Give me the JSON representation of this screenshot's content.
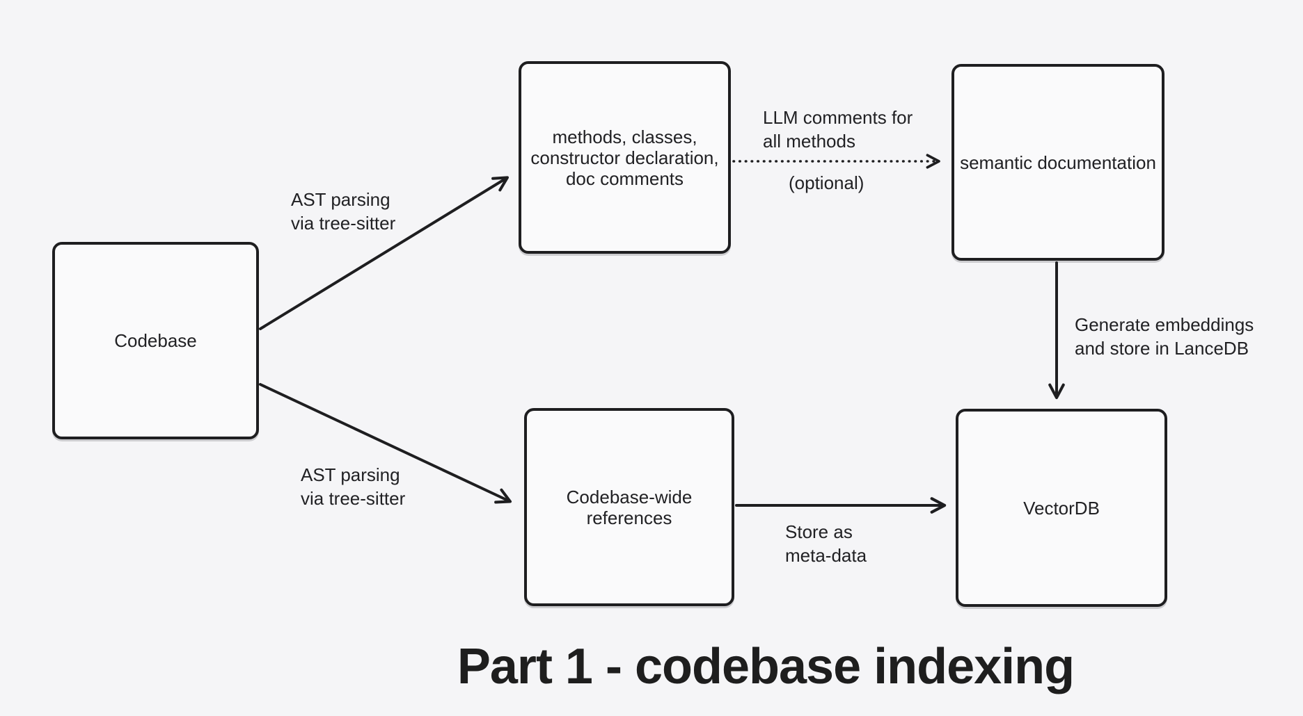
{
  "title": "Part 1 - codebase indexing",
  "colors": {
    "background": "#f5f5f7",
    "ink": "#1e1e20",
    "box_fill": "#fafafb"
  },
  "nodes": {
    "codebase": {
      "label": "Codebase"
    },
    "extraction": {
      "label": "methods, classes,\nconstructor declaration,\ndoc comments"
    },
    "semantic_doc": {
      "label": "semantic documentation"
    },
    "references": {
      "label": "Codebase-wide\nreferences"
    },
    "vectordb": {
      "label": "VectorDB"
    }
  },
  "edge_labels": {
    "ast_parsing_top": "AST parsing\nvia tree-sitter",
    "ast_parsing_bottom": "AST parsing\nvia tree-sitter",
    "llm_comments": "LLM comments for\nall methods",
    "optional": "(optional)",
    "generate_embeddings": "Generate embeddings\nand store in LanceDB",
    "store_as_metadata": "Store as\nmeta-data"
  },
  "icons": {
    "arrowhead": "chevron-arrowhead"
  }
}
